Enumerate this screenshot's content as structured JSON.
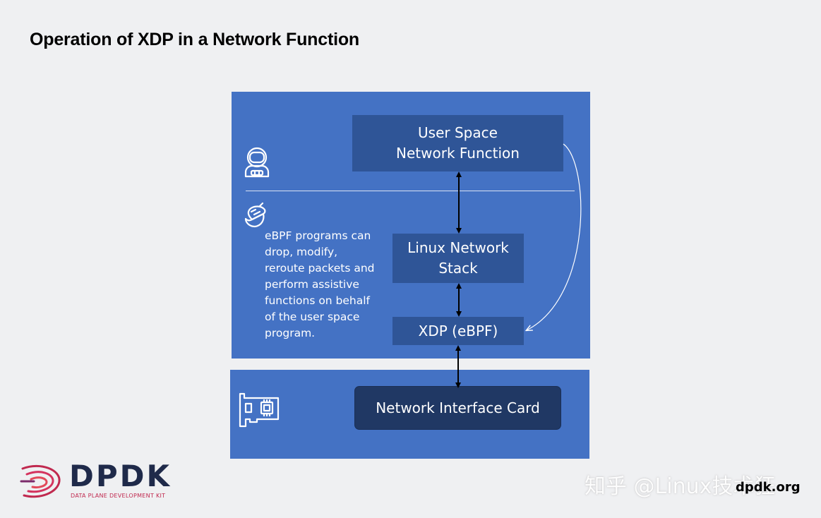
{
  "slide": {
    "title": "Operation of XDP in a Network Function"
  },
  "diagram": {
    "user_space_box": "User Space\nNetwork Function",
    "linux_stack_box": "Linux Network\nStack",
    "xdp_box": "XDP (eBPF)",
    "nic_box": "Network Interface Card",
    "ebpf_note": "eBPF programs can\ndrop, modify,\nreroute packets and\nperform assistive\nfunctions on behalf\nof the user space\nprogram.",
    "icons": [
      "astronaut-icon",
      "acorn-icon",
      "network-card-icon"
    ],
    "colors": {
      "panel": "#4472c4",
      "box": "#2f5597",
      "nic_box": "#203864",
      "background": "#eff0f2"
    }
  },
  "footer": {
    "logo_name": "DPDK",
    "logo_tagline": "DATA PLANE DEVELOPMENT KIT",
    "site": "dpdk.org",
    "watermark": "知乎 @Linux技术狂"
  }
}
